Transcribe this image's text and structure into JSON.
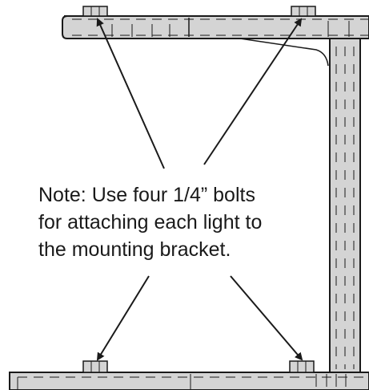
{
  "note": {
    "lines": [
      "Note: Use four 1/4” bolts",
      "for attaching each light to",
      "the mounting bracket."
    ]
  },
  "colors": {
    "metal_fill": "#d4d4d4",
    "outline": "#1a1a1a",
    "background": "#ffffff"
  },
  "parts": [
    "bolt-icon",
    "mounting-bracket",
    "light-bar",
    "arrow-icon"
  ]
}
